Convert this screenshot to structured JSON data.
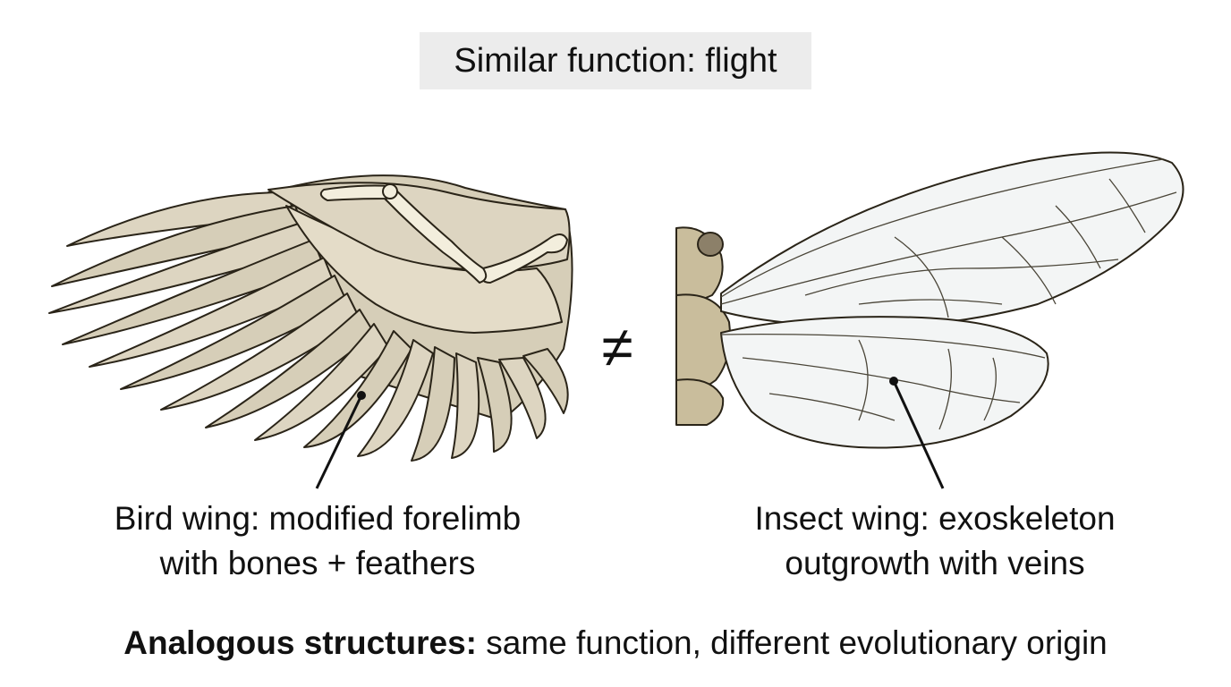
{
  "title": "Similar function: flight",
  "relation_symbol": "≠",
  "bird": {
    "caption_line1": "Bird wing: modified forelimb",
    "caption_line2": "with bones + feathers"
  },
  "insect": {
    "caption_line1": "Insect wing: exoskeleton",
    "caption_line2": "outgrowth with veins"
  },
  "conclusion": {
    "term": "Analogous structures:",
    "definition": " same function, different evolutionary origin"
  },
  "colors": {
    "feather_fill": "#d6ceb8",
    "feather_light": "#e4dcc8",
    "bone_fill": "#f3eedd",
    "outline": "#2a2418",
    "insect_body": "#c9bd9c",
    "membrane": "#f3f5f5",
    "title_bg": "#ececec"
  },
  "icons": {
    "bird_wing": "bird-wing-illustration",
    "insect_wing": "insect-wing-illustration"
  }
}
